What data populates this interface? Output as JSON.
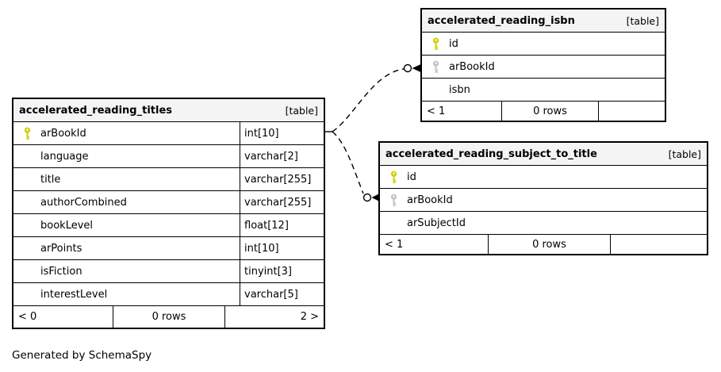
{
  "diagram": {
    "generated_by": "Generated by SchemaSpy",
    "colors": {
      "background": "#ffffff",
      "border": "#000000",
      "header_bg": "#f4f4f4",
      "primary_key_icon": "#cfcf00",
      "foreign_key_icon": "#c3c3c3"
    },
    "relationships": [
      {
        "from": "accelerated_reading_titles.arBookId",
        "to": "accelerated_reading_isbn.arBookId",
        "line_style": "dashed",
        "end_markers": "open-circle, arrowhead"
      },
      {
        "from": "accelerated_reading_titles.arBookId",
        "to": "accelerated_reading_subject_to_title.arBookId",
        "line_style": "dashed",
        "end_markers": "open-circle, arrowhead"
      }
    ]
  },
  "tables": {
    "titles": {
      "name": "accelerated_reading_titles",
      "tag": "[table]",
      "columns": [
        {
          "name": "arBookId",
          "type": "int[10]",
          "key": "pk"
        },
        {
          "name": "language",
          "type": "varchar[2]",
          "key": ""
        },
        {
          "name": "title",
          "type": "varchar[255]",
          "key": ""
        },
        {
          "name": "authorCombined",
          "type": "varchar[255]",
          "key": ""
        },
        {
          "name": "bookLevel",
          "type": "float[12]",
          "key": ""
        },
        {
          "name": "arPoints",
          "type": "int[10]",
          "key": ""
        },
        {
          "name": "isFiction",
          "type": "tinyint[3]",
          "key": ""
        },
        {
          "name": "interestLevel",
          "type": "varchar[5]",
          "key": ""
        }
      ],
      "footer": {
        "left": "< 0",
        "center": "0 rows",
        "right": "2 >"
      }
    },
    "isbn": {
      "name": "accelerated_reading_isbn",
      "tag": "[table]",
      "columns": [
        {
          "name": "id",
          "key": "pk"
        },
        {
          "name": "arBookId",
          "key": "fk"
        },
        {
          "name": "isbn",
          "key": ""
        }
      ],
      "footer": {
        "left": "< 1",
        "center": "0 rows",
        "right": ""
      }
    },
    "subject_to_title": {
      "name": "accelerated_reading_subject_to_title",
      "tag": "[table]",
      "columns": [
        {
          "name": "id",
          "key": "pk"
        },
        {
          "name": "arBookId",
          "key": "fk"
        },
        {
          "name": "arSubjectId",
          "key": ""
        }
      ],
      "footer": {
        "left": "< 1",
        "center": "0 rows",
        "right": ""
      }
    }
  }
}
